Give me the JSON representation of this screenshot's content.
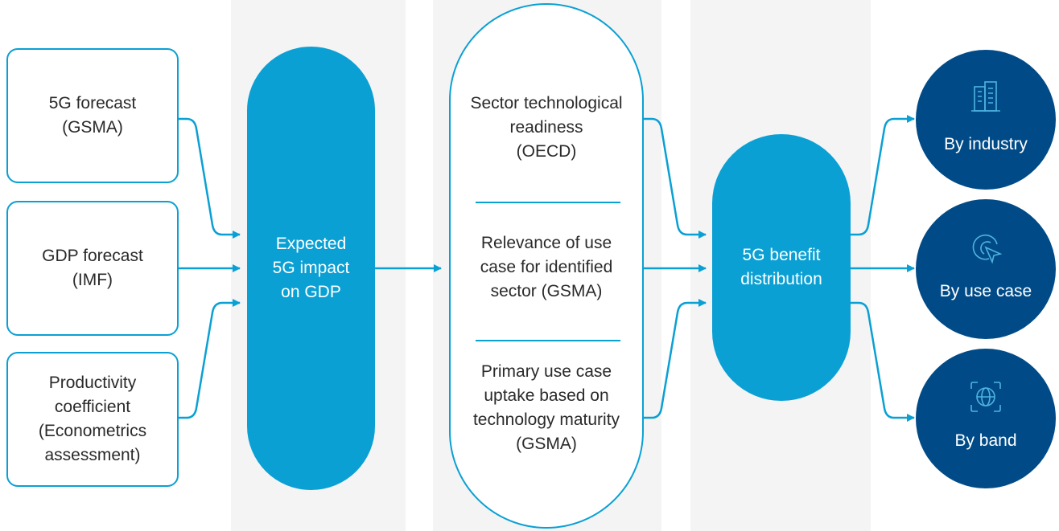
{
  "colors": {
    "accent": "#0aa0d4",
    "dark": "#004b87",
    "column_bg": "#f4f4f5",
    "text": "#2a2a2a"
  },
  "inputs": [
    {
      "label": "5G forecast\n(GSMA)"
    },
    {
      "label": "GDP forecast\n(IMF)"
    },
    {
      "label": "Productivity\ncoefficient\n(Econometrics\nassessment)"
    }
  ],
  "impact": {
    "label": "Expected\n5G impact\non GDP"
  },
  "factors": [
    {
      "label": "Sector technological\nreadiness\n(OECD)"
    },
    {
      "label": "Relevance of use\ncase for identified\nsector (GSMA)"
    },
    {
      "label": "Primary use case\nuptake based on\ntechnology maturity\n(GSMA)"
    }
  ],
  "distribution": {
    "label": "5G benefit\ndistribution"
  },
  "outputs": [
    {
      "label": "By industry",
      "icon": "buildings-icon"
    },
    {
      "label": "By use case",
      "icon": "cursor-target-icon"
    },
    {
      "label": "By band",
      "icon": "globe-scan-icon"
    }
  ]
}
